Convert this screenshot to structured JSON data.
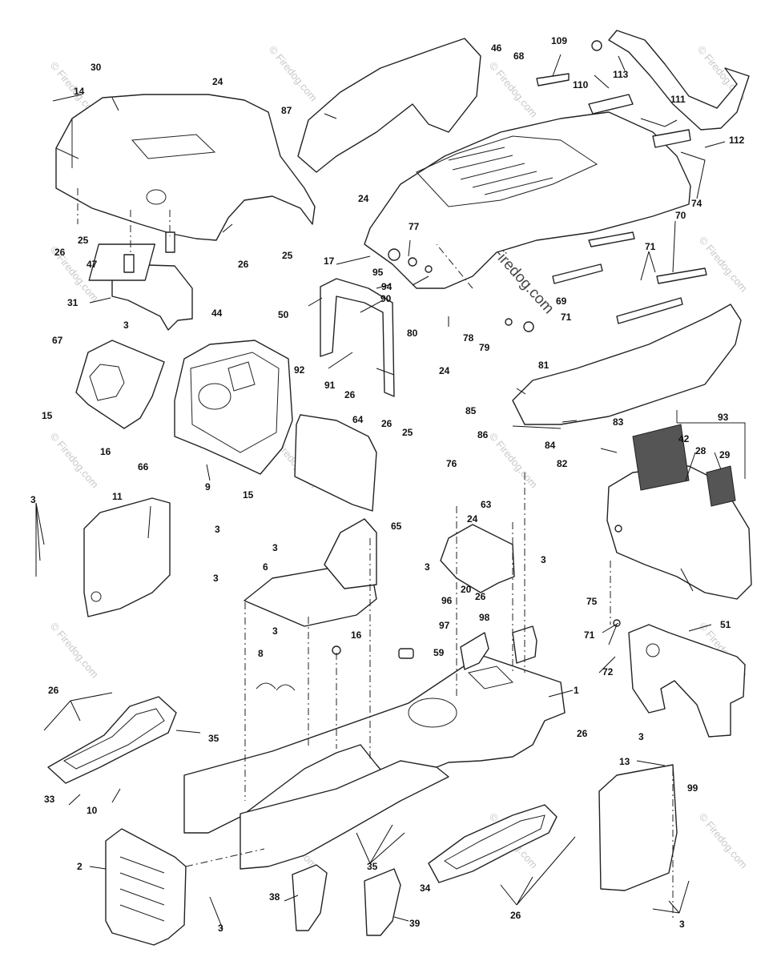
{
  "watermark": {
    "text": "© Firedog.com",
    "center_text": "© Firedog.com"
  },
  "callouts": {
    "p1": "1",
    "p2": "2",
    "p3": "3",
    "p6": "6",
    "p8": "8",
    "p9": "9",
    "p10": "10",
    "p11": "11",
    "p13": "13",
    "p14": "14",
    "p15": "15",
    "p16": "16",
    "p17": "17",
    "p20": "20",
    "p24": "24",
    "p25": "25",
    "p26": "26",
    "p28": "28",
    "p29": "29",
    "p30": "30",
    "p31": "31",
    "p33": "33",
    "p34": "34",
    "p35": "35",
    "p38": "38",
    "p39": "39",
    "p42": "42",
    "p44": "44",
    "p46": "46",
    "p47": "47",
    "p50": "50",
    "p51": "51",
    "p59": "59",
    "p63": "63",
    "p64": "64",
    "p65": "65",
    "p66": "66",
    "p67": "67",
    "p68": "68",
    "p69": "69",
    "p70": "70",
    "p71": "71",
    "p72": "72",
    "p74": "74",
    "p75": "75",
    "p76": "76",
    "p77": "77",
    "p78": "78",
    "p79": "79",
    "p80": "80",
    "p81": "81",
    "p82": "82",
    "p83": "83",
    "p84": "84",
    "p85": "85",
    "p86": "86",
    "p87": "87",
    "p90": "90",
    "p91": "91",
    "p92": "92",
    "p93": "93",
    "p94": "94",
    "p95": "95",
    "p96": "96",
    "p97": "97",
    "p98": "98",
    "p99": "99",
    "p109": "109",
    "p110": "110",
    "p111": "111",
    "p112": "112",
    "p113": "113"
  }
}
